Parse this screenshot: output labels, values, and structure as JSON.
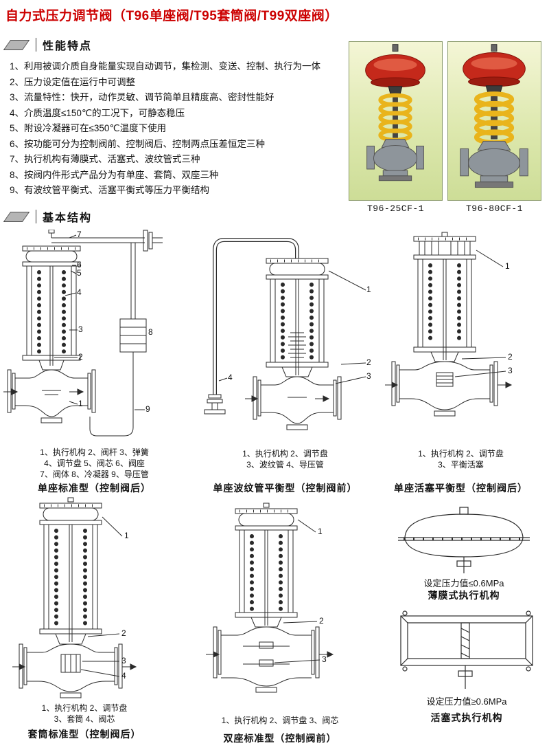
{
  "page": {
    "title": "自力式压力调节阀（T96单座阀/T95套筒阀/T99双座阀）"
  },
  "features": {
    "heading": "性能特点",
    "items": [
      "1、利用被调介质自身能量实现自动调节，集检测、变送、控制、执行为一体",
      "2、压力设定值在运行中可调整",
      "3、流量特性：快开，动作灵敏、调节简单且精度高、密封性能好",
      "4、介质温度≤150℃的工况下，可静态稳压",
      "5、附设冷凝器可在≤350℃温度下使用",
      "6、按功能可分为控制阀前、控制阀后、控制两点压差恒定三种",
      "7、执行机构有薄膜式、活塞式、波纹管式三种",
      "8、按阀内件形式产品分为有单座、套筒、双座三种",
      "9、有波纹管平衡式、活塞平衡式等压力平衡结构"
    ]
  },
  "products": {
    "items": [
      {
        "model": "T96-25CF-1"
      },
      {
        "model": "T96-80CF-1"
      }
    ]
  },
  "structure": {
    "heading": "基本结构",
    "drawings": [
      {
        "caption": "单座标准型（控制阀后）",
        "parts": [
          "1、执行机构 2、阀杆 3、弹簧",
          "4、调节盘 5、阀芯 6、阀座",
          "7、阀体 8、冷凝器 9、导压管"
        ],
        "callouts": [
          "7",
          "6",
          "5",
          "4",
          "3",
          "2",
          "8",
          "1",
          "9"
        ]
      },
      {
        "caption": "单座波纹管平衡型（控制阀前）",
        "parts": [
          "1、执行机构 2、调节盘",
          "3、波纹管 4、导压管"
        ],
        "callouts": [
          "1",
          "2",
          "3",
          "4"
        ]
      },
      {
        "caption": "单座活塞平衡型（控制阀后）",
        "parts": [
          "1、执行机构 2、调节盘",
          "3、平衡活塞"
        ],
        "callouts": [
          "1",
          "2",
          "3"
        ]
      },
      {
        "caption": "套筒标准型（控制阀后）",
        "parts": [
          "1、执行机构 2、调节盘",
          "3、套筒 4、阀芯"
        ],
        "callouts": [
          "1",
          "2",
          "3",
          "4"
        ]
      },
      {
        "caption": "双座标准型（控制阀前）",
        "parts": [
          "1、执行机构 2、调节盘  3、阀芯"
        ],
        "callouts": [
          "1",
          "2",
          "3"
        ]
      }
    ],
    "actuators": [
      {
        "note": "设定压力值≤0.6MPa",
        "caption": "薄膜式执行机构"
      },
      {
        "note": "设定压力值≥0.6MPa",
        "caption": "活塞式执行机构"
      }
    ]
  },
  "colors": {
    "title_red": "#cc0000",
    "line_black": "#2a2a2a",
    "panel_top": "#f4f6d6",
    "panel_bottom": "#cddd97",
    "actuator_red": "#c5291b",
    "spring_yellow": "#e9b41c",
    "valve_gray": "#8e959b"
  }
}
